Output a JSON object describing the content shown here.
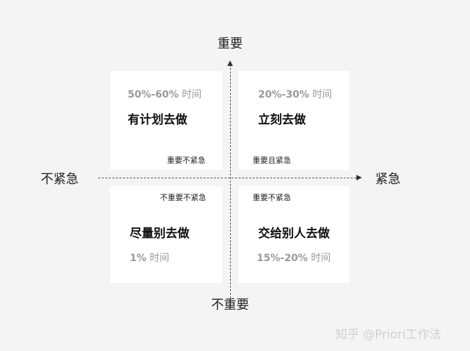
{
  "axes": {
    "top": "重要",
    "bottom": "不重要",
    "left": "不紧急",
    "right": "紧急"
  },
  "quadrants": [
    {
      "position": "top-left",
      "pct_num": "50%-60%",
      "pct_unit": "时间",
      "action": "有计划去做",
      "tag": "重要不紧急"
    },
    {
      "position": "top-right",
      "pct_num": "20%-30%",
      "pct_unit": "时间",
      "action": "立刻去做",
      "tag": "重要且紧急"
    },
    {
      "position": "bottom-left",
      "pct_num": "1%",
      "pct_unit": "时间",
      "action": "尽量别去做",
      "tag": "不重要不紧急"
    },
    {
      "position": "bottom-right",
      "pct_num": "15%-20%",
      "pct_unit": "时间",
      "action": "交给别人去做",
      "tag": "重要不紧急"
    }
  ],
  "watermark": "知乎 @Priori工作法",
  "colors": {
    "background": "#f4f4f4",
    "box": "#ffffff",
    "pct_text": "#9a9a9a",
    "axis": "#555555"
  }
}
